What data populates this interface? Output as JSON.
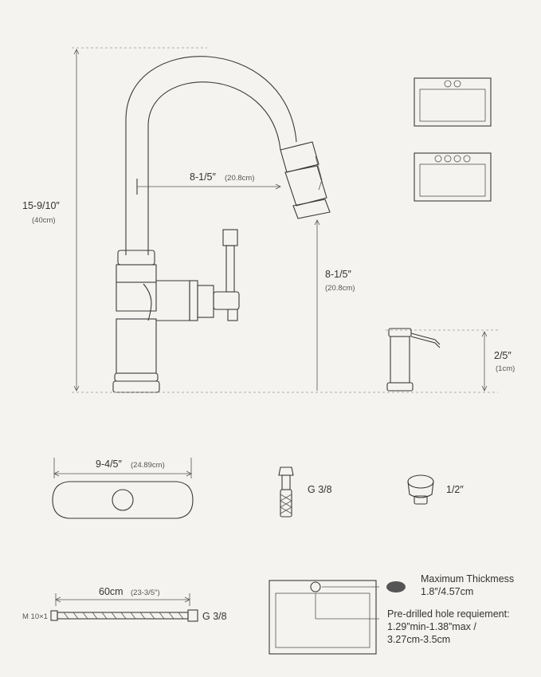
{
  "faucet": {
    "height_in": "15-9/10″",
    "height_cm": "(40cm)",
    "reach_in": "8-1/5″",
    "reach_cm": "(20.8cm)",
    "spout_height_in": "8-1/5″",
    "spout_height_cm": "(20.8cm)"
  },
  "soap_dispenser": {
    "height_in": "2/5″",
    "height_cm": "(1cm)"
  },
  "deck_plate": {
    "width_in": "9-4/5″",
    "width_cm": "(24.89cm)"
  },
  "connectors": {
    "hose_thread": "G 3/8",
    "aerator": "1/2″"
  },
  "supply_hose": {
    "length": "60cm",
    "length_in": "(23-3/5″)",
    "left_thread": "M 10×1",
    "right_thread": "G 3/8"
  },
  "install": {
    "thickness_title": "Maximum Thickmess",
    "thickness_value": "1.8″/4.57cm",
    "hole_line1": "Pre-drilled hole requiement:",
    "hole_line2": "1.29”min-1.38”max /",
    "hole_line3": "3.27cm-3.5cm"
  }
}
